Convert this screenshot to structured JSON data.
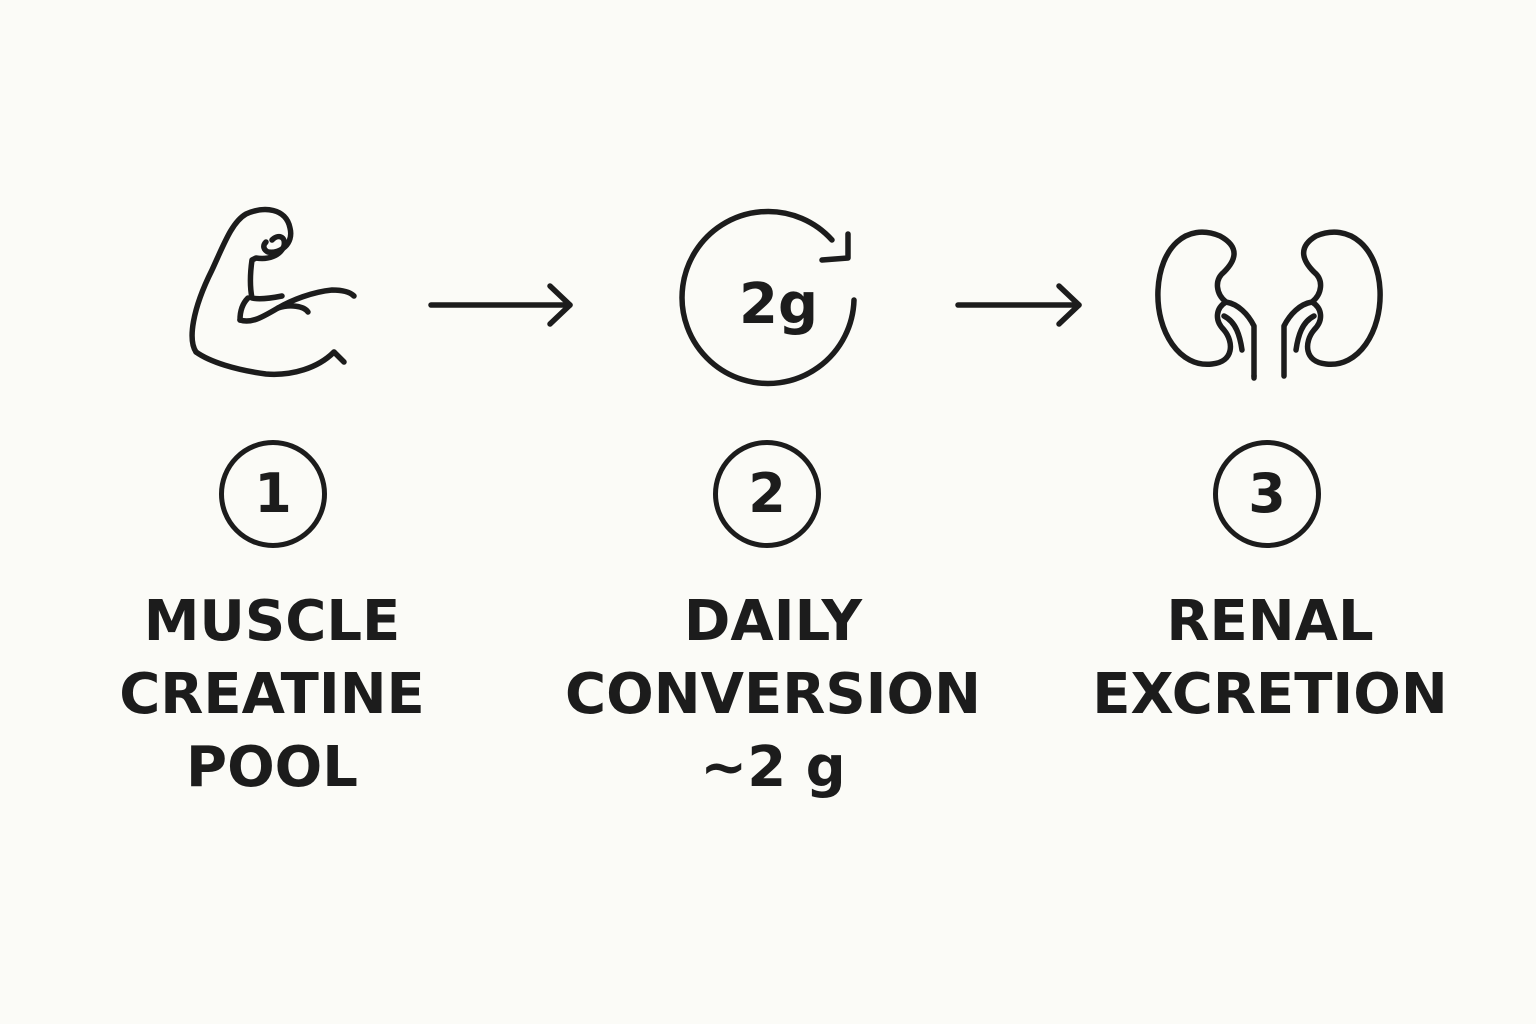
{
  "colors": {
    "background": "#fbfbf7",
    "ink": "#1c1c1c"
  },
  "steps": [
    {
      "icon": "flexed-arm-muscle-icon",
      "number": "1",
      "label_lines": [
        "MUSCLE",
        "CREATINE",
        "POOL"
      ]
    },
    {
      "icon": "circular-cycle-arrow-icon",
      "icon_text": "2g",
      "number": "2",
      "label_lines": [
        "DAILY",
        "CONVERSION",
        "~2 g"
      ]
    },
    {
      "icon": "kidneys-icon",
      "number": "3",
      "label_lines": [
        "RENAL",
        "EXCRETION"
      ]
    }
  ],
  "connectors": [
    "right-arrow-icon",
    "right-arrow-icon"
  ]
}
